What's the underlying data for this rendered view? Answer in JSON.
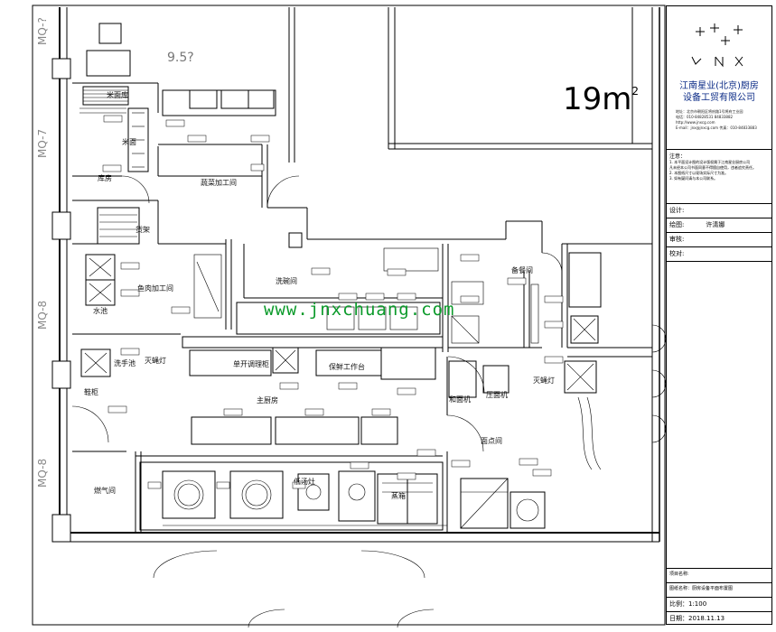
{
  "title_block": {
    "company_line1": "江南星业(北京)厨房",
    "company_line2": "设备工贸有限公司",
    "contact_lines": [
      "地址：北京市朝阳区将府路1号将府工业园",
      "电话：010-84828531   84833882",
      "http://www.jnxcg.com",
      "E-mail：jnx@jnxcg.com   传真：010-84833883"
    ],
    "notes_title": "注意：",
    "notes": [
      "1. 本平面设计图的设计版权属于江南星业厨房公司",
      "   凡未经本公司书面同意不得擅自使用，违者追究责任。",
      "2. 本图纸尺寸以现场实际尺寸为准。",
      "3. 如有疑问请与本公司联系。"
    ],
    "design_label": "设计:",
    "draw_label": "绘图:",
    "draw_value": "许清娜",
    "review_label": "审核:",
    "check_label": "校对:",
    "project_label": "项目名称:",
    "drawing_name": "图纸名称：厨房设备平面布置图",
    "scale": "比例：1:100",
    "date": "日期：2018.11.13"
  },
  "rooms": {
    "dry_storage": "米面库",
    "storage": "库房",
    "rice_noodle": "米面",
    "veg_processing": "蔬菜加工间",
    "shelf": "货架",
    "fish_meat": "鱼肉加工间",
    "water_pool": "水池",
    "hand_wash": "洗手池",
    "fly_lamp": "灭蝇灯",
    "dish_wash": "洗碗间",
    "prep_room": "备餐间",
    "single_cooking": "单开调理柜",
    "fresh_table": "保鲜工作台",
    "main_kitchen": "主厨房",
    "dough_mixer": "和面机",
    "noodle_press": "压面机",
    "fly_lamp2": "灭蝇灯",
    "pastry": "面点间",
    "gas_room": "燃气间",
    "low_stove": "低汤灶",
    "steamer": "蒸箱",
    "shoe_rack": "鞋柜"
  },
  "grid_labels": [
    "MQ-?",
    "MQ-7",
    "MQ-8",
    "MQ-8"
  ],
  "area_label": "19m",
  "area_sup": "2",
  "faint_number": "9.5?",
  "watermark": "www.jnxchuang.com"
}
